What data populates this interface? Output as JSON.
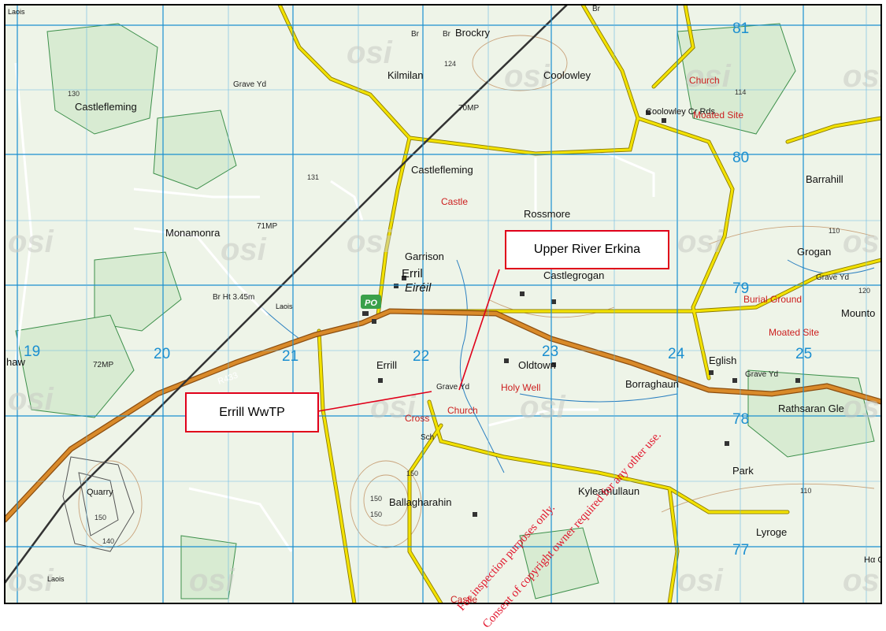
{
  "map": {
    "colors": {
      "land": "#eef4e8",
      "grid": "#1b8fd0",
      "road_regional": "#d98a2a",
      "road_local": "#e6d200",
      "railway": "#333333",
      "forest": "#3c8f4a",
      "water": "#2a7fc0",
      "red_text": "#cc1f1f",
      "callout_border": "#e0001a"
    },
    "grid_labels": {
      "eastings": [
        "19",
        "20",
        "21",
        "22",
        "23",
        "24",
        "25"
      ],
      "northings": [
        "81",
        "80",
        "79",
        "78",
        "77"
      ]
    },
    "place_names": [
      "Castlefleming",
      "Brockry",
      "Kilmilan",
      "Coolowley",
      "Coolowley Cr Rds",
      "Castlefleming",
      "Rossmore",
      "Barrahill",
      "Monamonra",
      "Garrison",
      "Erril",
      "Eiréil",
      "Castlegrogan",
      "Grogan",
      "Errill",
      "Oldtown",
      "Borraghaun",
      "Eglish",
      "Rathsaran Gle",
      "Park",
      "Kyleamullaun",
      "Ballagharahin",
      "Lyroge",
      "Mounto",
      "Quarry",
      "Laois",
      "Laois",
      "Laois",
      "haw",
      "Hα Cr"
    ],
    "antiquities": [
      "Church",
      "Moated Site",
      "Castle",
      "Burial Ground",
      "Moated Site",
      "Holy Well",
      "Church",
      "Castle"
    ],
    "features": [
      "Grave Yd",
      "Grave Yd",
      "Grave Yd",
      "Grave Yd",
      "PO",
      "Sch",
      "Cross",
      "Br",
      "Br",
      "Br",
      "Br Ht 3.45m",
      "70MP",
      "71MP",
      "72MP"
    ],
    "spot_heights": [
      "130",
      "124",
      "114",
      "131",
      "150",
      "150",
      "150",
      "140",
      "110",
      "110",
      "120",
      "150"
    ],
    "road_number": "R433",
    "watermark_text": "osi",
    "callouts": [
      {
        "label": "Upper River Erkina"
      },
      {
        "label": "Errill WwTP"
      }
    ],
    "stamp": [
      "For inspection purposes only.",
      "Consent of copyright owner required for any other use."
    ]
  }
}
